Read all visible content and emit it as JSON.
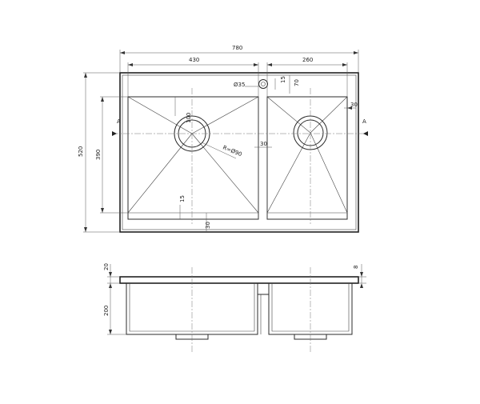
{
  "dimensions": {
    "overall_width": "780",
    "left_bowl_width": "430",
    "right_bowl_width": "260",
    "overall_depth": "520",
    "bowl_depth": "390",
    "tap_hole_diameter": "Ø35",
    "tap_hole_offset_a": "15",
    "tap_hole_offset_b": "70",
    "side_margin": "30",
    "drain_offset": "100",
    "drain_diameter": "R=Ø90",
    "divider_width": "30",
    "front_ledge": "15",
    "front_margin": "30",
    "top_thickness": "20",
    "rim_thickness": "8",
    "bowl_height": "200"
  },
  "section_labels": {
    "left": "A",
    "right": "A"
  }
}
